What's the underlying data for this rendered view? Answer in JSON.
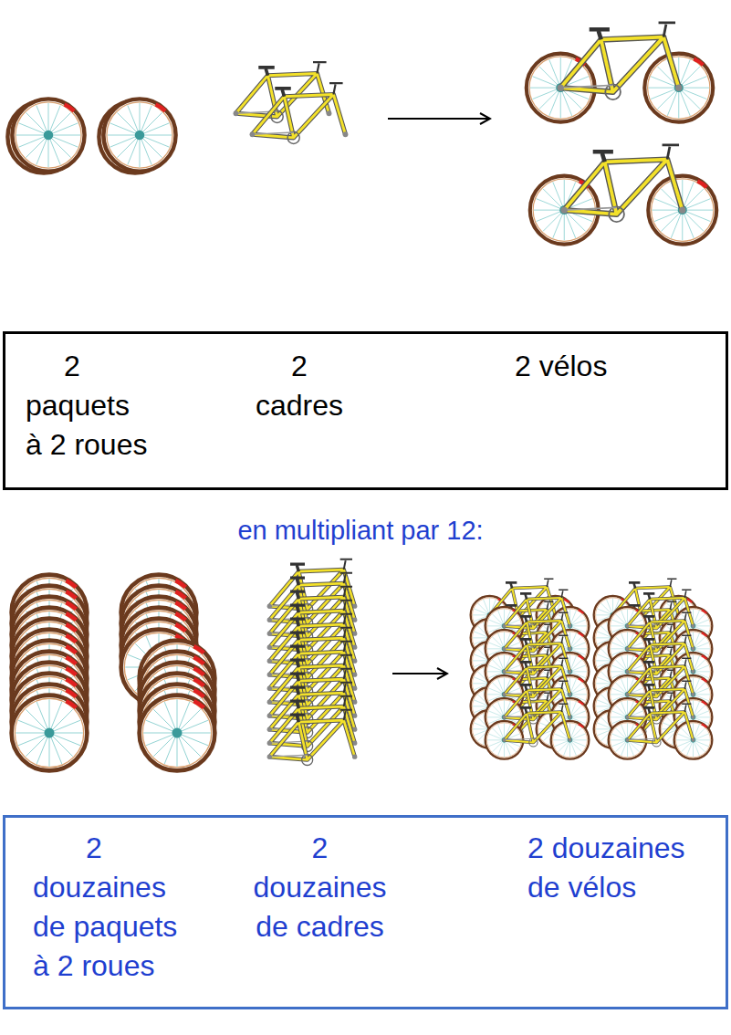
{
  "diagram": {
    "nodes": [
      {
        "text": [
          "2 paquets à 2 roues",
          "2 cadres",
          "2 vélos"
        ]
      },
      {
        "text": [
          "2 douzaines de paquets à 2 roues",
          "2 douzaines de cadres",
          "2 douzaines de vélos"
        ]
      }
    ],
    "labels": [
      "en multipliant par 12:"
    ]
  }
}
